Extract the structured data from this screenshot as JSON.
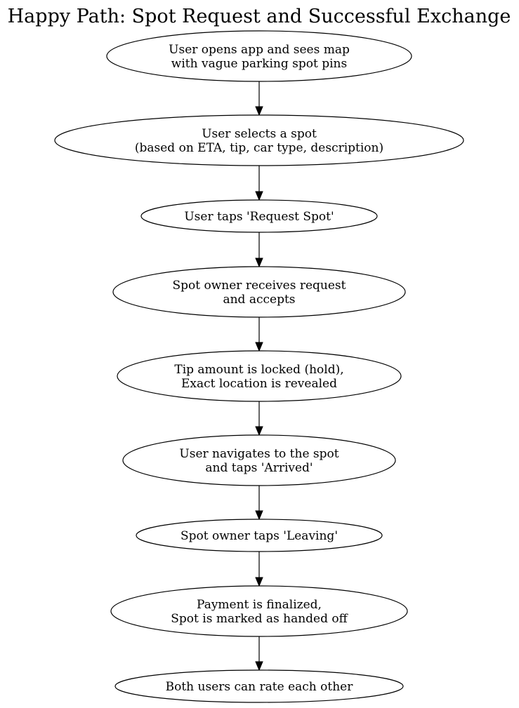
{
  "title": "Happy Path: Spot Request and Successful Exchange",
  "nodes": [
    {
      "id": "open-app",
      "lines": [
        "User opens app and sees map",
        "with vague parking spot pins"
      ]
    },
    {
      "id": "select-spot",
      "lines": [
        "User selects a spot",
        "(based on ETA, tip, car type, description)"
      ]
    },
    {
      "id": "request-spot",
      "lines": [
        "User taps 'Request Spot'"
      ]
    },
    {
      "id": "owner-accepts",
      "lines": [
        "Spot owner receives request",
        "and accepts"
      ]
    },
    {
      "id": "tip-locked",
      "lines": [
        "Tip amount is locked (hold),",
        "Exact location is revealed"
      ]
    },
    {
      "id": "arrived",
      "lines": [
        "User navigates to the spot",
        "and taps 'Arrived'"
      ]
    },
    {
      "id": "leaving",
      "lines": [
        "Spot owner taps 'Leaving'"
      ]
    },
    {
      "id": "payment-finalized",
      "lines": [
        "Payment is finalized,",
        "Spot is marked as handed off"
      ]
    },
    {
      "id": "rate-each-other",
      "lines": [
        "Both users can rate each other"
      ]
    }
  ],
  "edges": [
    {
      "from": "open-app",
      "to": "select-spot"
    },
    {
      "from": "select-spot",
      "to": "request-spot"
    },
    {
      "from": "request-spot",
      "to": "owner-accepts"
    },
    {
      "from": "owner-accepts",
      "to": "tip-locked"
    },
    {
      "from": "tip-locked",
      "to": "arrived"
    },
    {
      "from": "arrived",
      "to": "leaving"
    },
    {
      "from": "leaving",
      "to": "payment-finalized"
    },
    {
      "from": "payment-finalized",
      "to": "rate-each-other"
    }
  ]
}
